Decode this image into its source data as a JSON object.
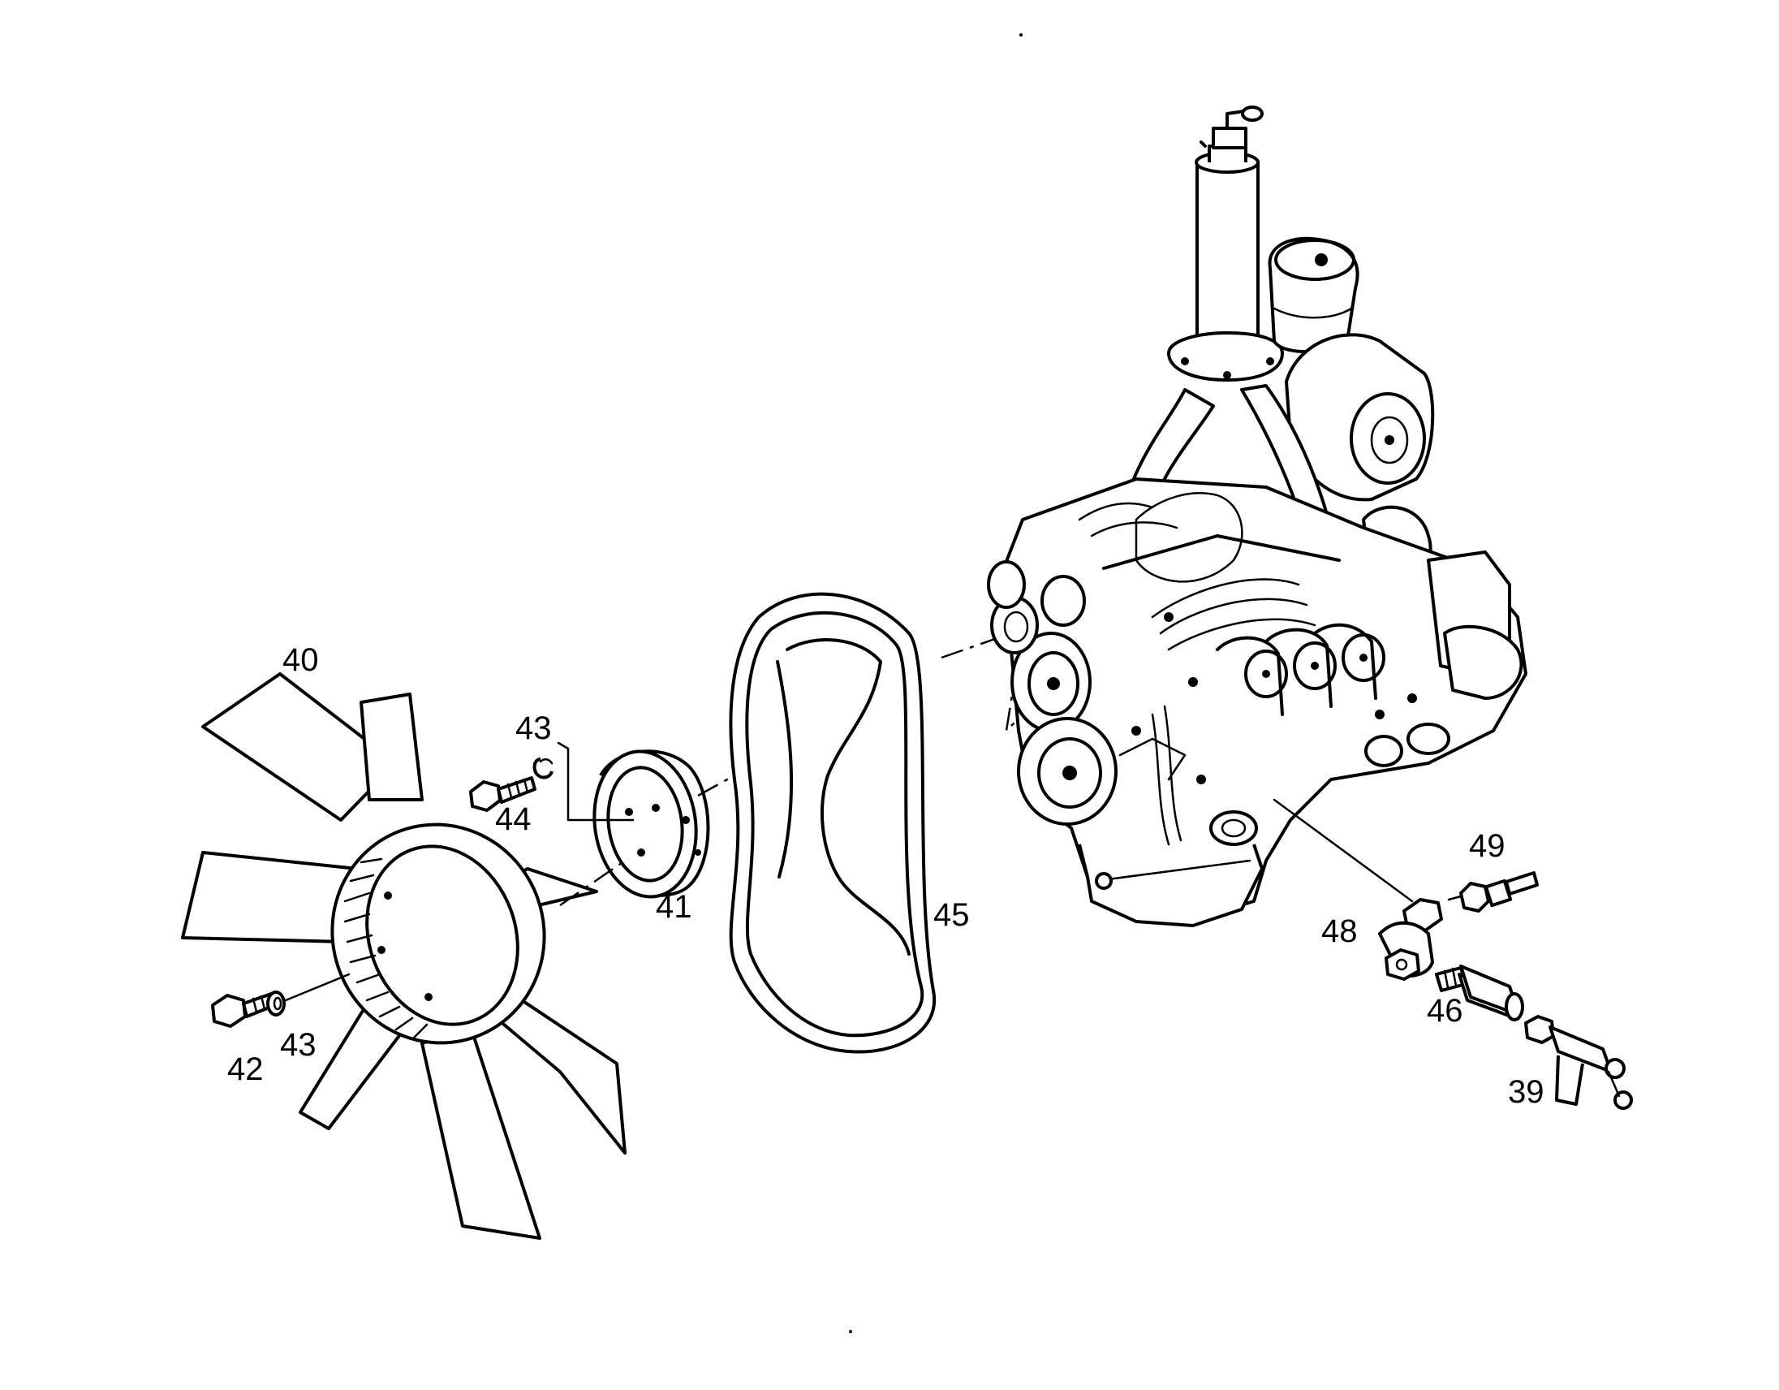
{
  "callouts": {
    "c39": "39",
    "c40": "40",
    "c41": "41",
    "c42": "42",
    "c43a": "43",
    "c43b": "43",
    "c44": "44",
    "c45": "45",
    "c46": "46",
    "c48": "48",
    "c49": "49"
  },
  "parts": {
    "fan": "fan-icon",
    "hub": "fan-hub-icon",
    "belt": "drive-belt-icon",
    "engine": "engine-icon",
    "fittings": "sensor-fitting-icon"
  }
}
